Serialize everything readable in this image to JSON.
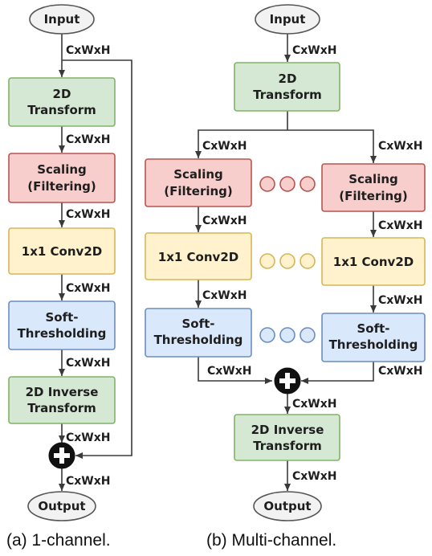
{
  "colors": {
    "green": "#d5e8d4",
    "green_border": "#82b366",
    "pink": "#f8cecc",
    "pink_border": "#b85450",
    "yellow": "#fff2cc",
    "yellow_border": "#d6b656",
    "blue": "#dae8fc",
    "blue_border": "#6c8ebf",
    "terminal": "#f2f2f2",
    "terminal_border": "#555555",
    "line": "#3a3a3a"
  },
  "panel_a": {
    "input": "Input",
    "transform": [
      "2D",
      "Transform"
    ],
    "scaling": [
      "Scaling",
      "(Filtering)"
    ],
    "conv": "1x1 Conv2D",
    "soft": [
      "Soft-",
      "Thresholding"
    ],
    "inverse": [
      "2D Inverse",
      "Transform"
    ],
    "output": "Output",
    "dims": "CxWxH",
    "caption": "(a) 1-channel."
  },
  "panel_b": {
    "input": "Input",
    "transform": [
      "2D",
      "Transform"
    ],
    "scaling": [
      "Scaling",
      "(Filtering)"
    ],
    "conv": "1x1 Conv2D",
    "soft": [
      "Soft-",
      "Thresholding"
    ],
    "inverse": [
      "2D Inverse",
      "Transform"
    ],
    "output": "Output",
    "dims": "CxWxH",
    "caption": "(b) Multi-channel."
  }
}
